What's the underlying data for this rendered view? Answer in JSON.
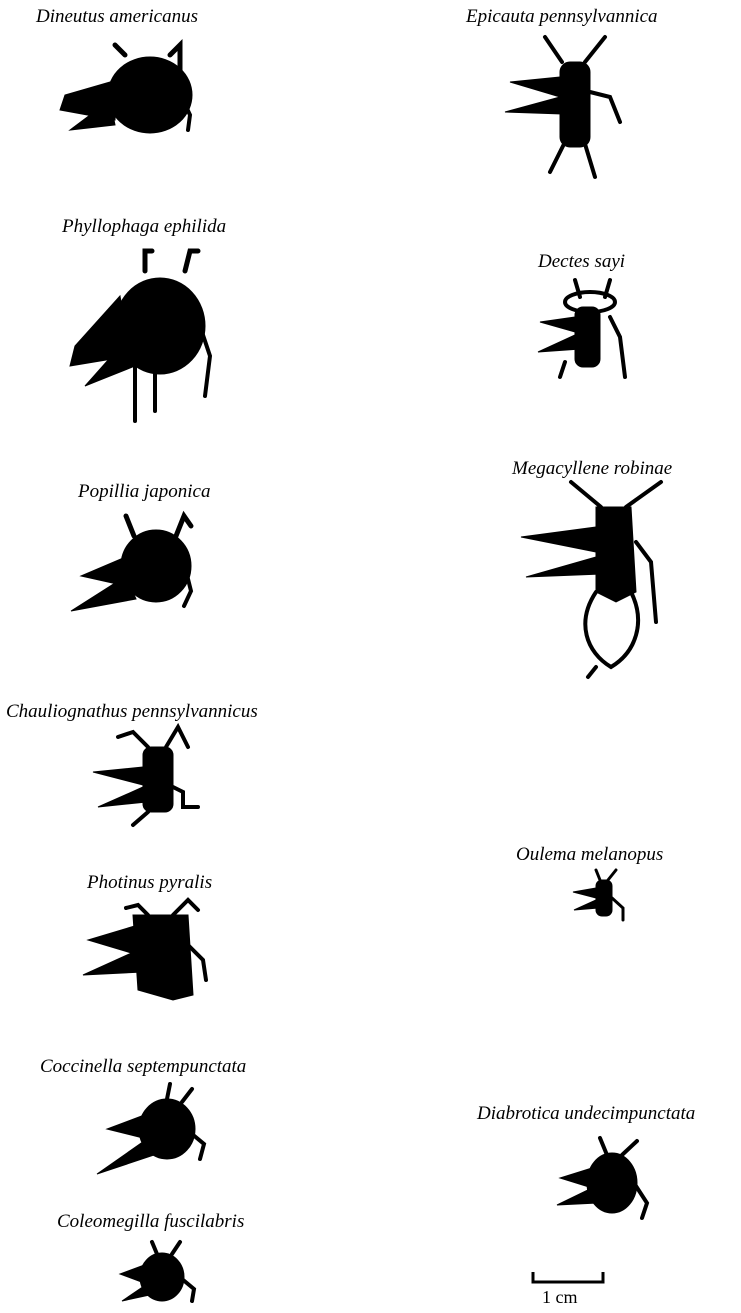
{
  "specimens": [
    {
      "name": "Dineutus americanus"
    },
    {
      "name": "Phyllophaga ephilida"
    },
    {
      "name": "Popillia japonica"
    },
    {
      "name": "Chauliognathus pennsylvannicus"
    },
    {
      "name": "Photinus pyralis"
    },
    {
      "name": "Coccinella septempunctata"
    },
    {
      "name": "Coleomegilla fuscilabris"
    },
    {
      "name": "Epicauta pennsylvannica"
    },
    {
      "name": "Dectes sayi"
    },
    {
      "name": "Megacyllene robinae"
    },
    {
      "name": "Oulema melanopus"
    },
    {
      "name": "Diabrotica undecimpunctata"
    }
  ],
  "scale_bar": {
    "label": "1 cm"
  },
  "colors": {
    "silhouette": "#000000",
    "background": "#ffffff"
  }
}
